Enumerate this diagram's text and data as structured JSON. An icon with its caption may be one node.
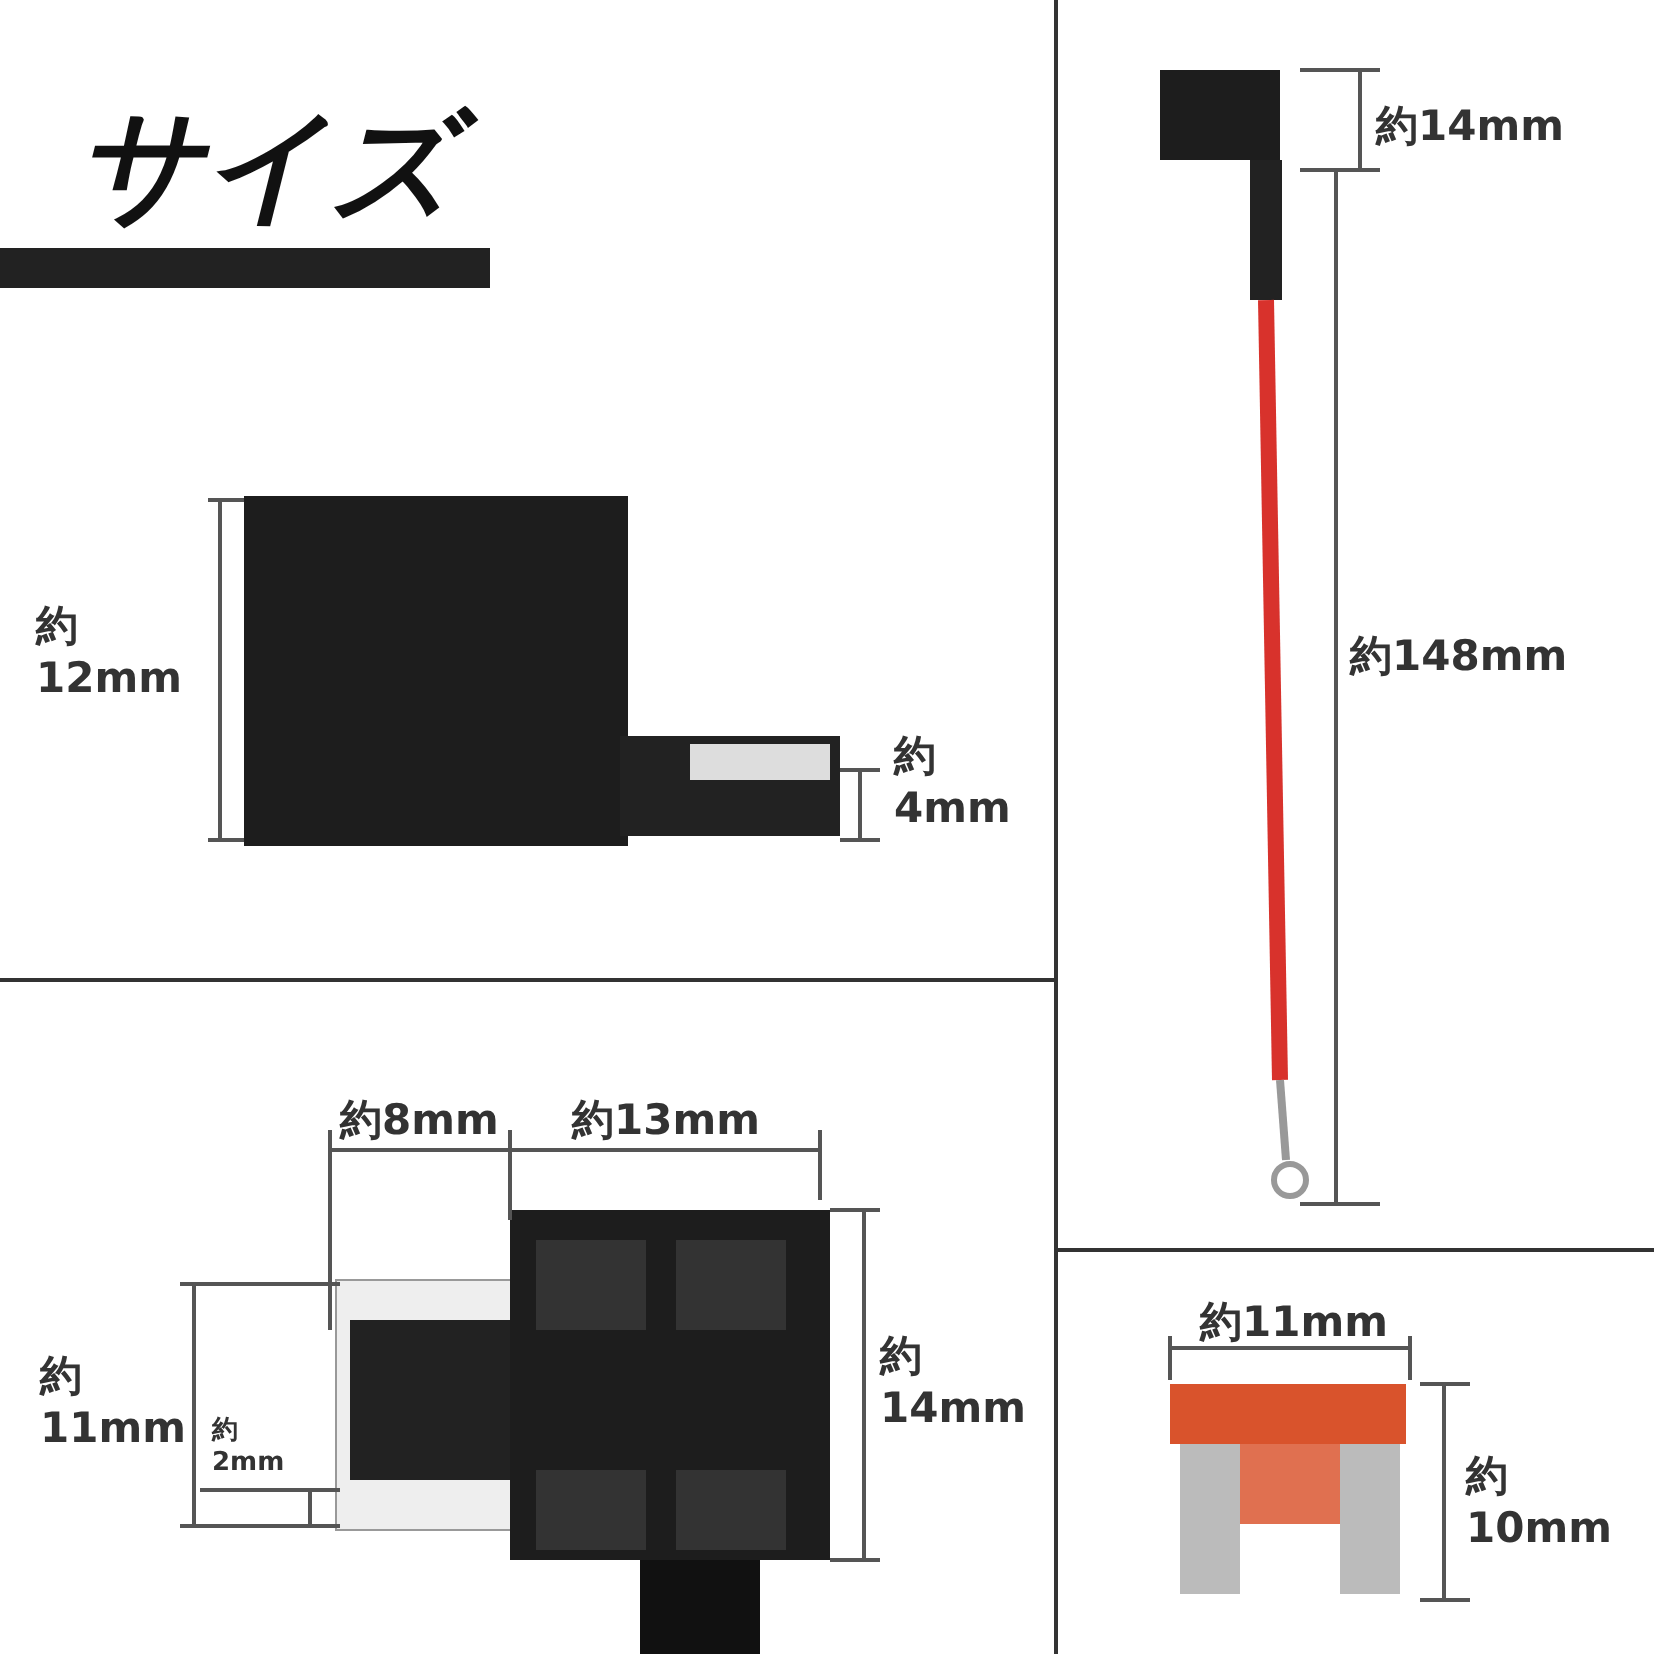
{
  "diagram": {
    "title": "サイズ",
    "labels": [
      "約12mm",
      "約4mm",
      "約14mm",
      "約148mm",
      "約8mm",
      "約13mm",
      "約11mm",
      "約2mm",
      "約14mm",
      "約11mm",
      "約10mm"
    ]
  }
}
